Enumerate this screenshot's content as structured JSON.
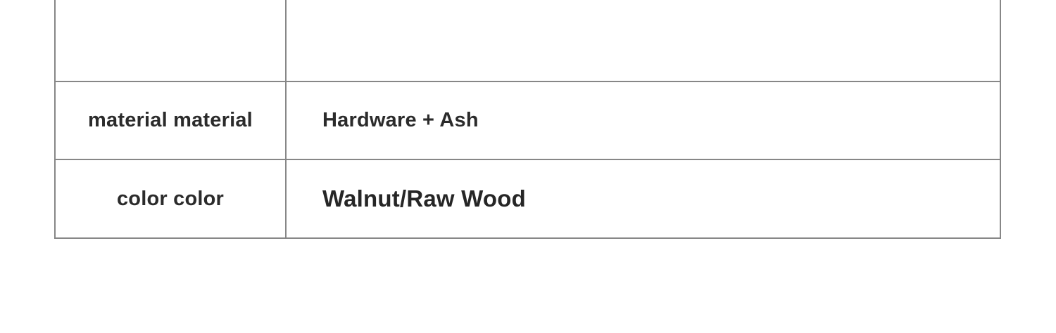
{
  "colors": {
    "background": "#ffffff",
    "border": "#878787",
    "text": "#2b2b2b"
  },
  "table": {
    "rows": [
      {
        "label": "",
        "value": ""
      },
      {
        "label": "material material",
        "value": "Hardware + Ash"
      },
      {
        "label": "color color",
        "value": "Walnut/Raw Wood"
      }
    ]
  }
}
